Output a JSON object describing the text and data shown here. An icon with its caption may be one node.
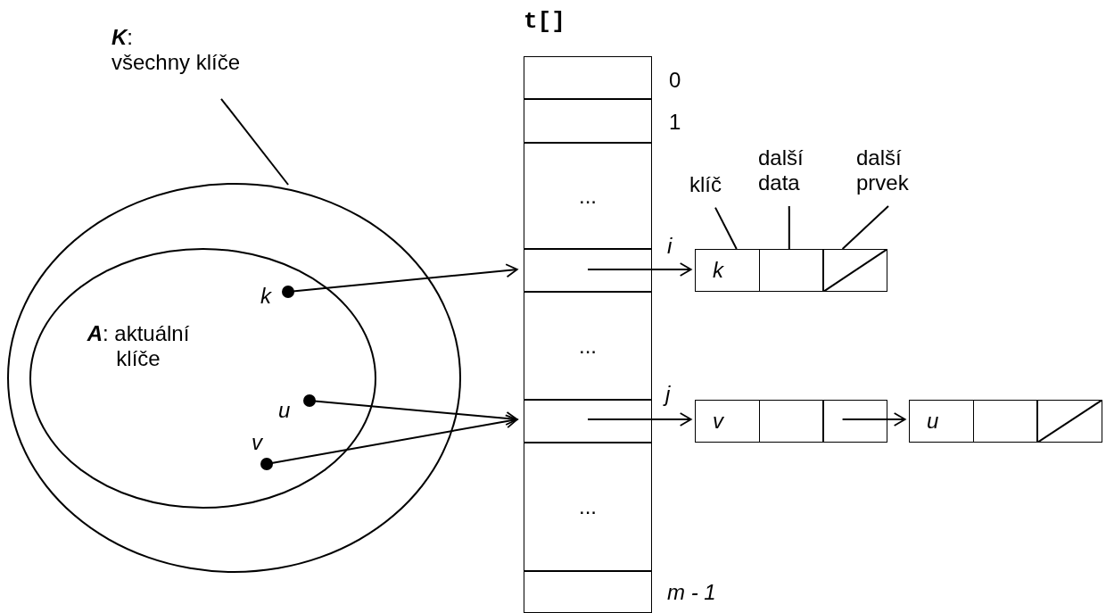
{
  "diagram": {
    "nodes": [
      {
        "text": [
          "**K**:",
          "všechny klíče"
        ]
      },
      {
        "text": [],
        "shape": "ellipse"
      },
      {
        "text": [
          "**A**: aktuální klíče"
        ],
        "in": 1
      },
      {
        "text": [
          "k"
        ],
        "in": 2
      },
      {
        "text": [
          "u"
        ],
        "in": 2
      },
      {
        "text": [
          "v"
        ],
        "in": 2
      },
      {
        "text": [
          "t[]"
        ]
      },
      {
        "text": [],
        "shape": "box",
        "in": 6,
        "beside": [
          "0"
        ]
      },
      {
        "text": [],
        "shape": "box",
        "in": 6,
        "beside": [
          "1"
        ]
      },
      {
        "text": [
          "..."
        ],
        "in": 6
      },
      {
        "text": [],
        "shape": "box",
        "in": 6,
        "beside": [
          "i"
        ]
      },
      {
        "text": [
          "..."
        ],
        "in": 6
      },
      {
        "text": [],
        "shape": "box",
        "in": 6,
        "beside": [
          "j"
        ]
      },
      {
        "text": [
          "..."
        ],
        "in": 6
      },
      {
        "text": [],
        "shape": "box",
        "in": 6,
        "beside": [
          "m - 1"
        ]
      },
      {
        "text": [
          "klíč"
        ]
      },
      {
        "text": [
          "další data"
        ]
      },
      {
        "text": [
          "další prvek"
        ]
      },
      {
        "text": [],
        "shape": "box"
      },
      {
        "text": [
          "k"
        ],
        "in": 18
      },
      {
        "text": [],
        "shape": "box",
        "in": 18
      },
      {
        "text": [],
        "shape": "box",
        "in": 18
      },
      {
        "text": [],
        "shape": "box"
      },
      {
        "text": [
          "v"
        ],
        "in": 22
      },
      {
        "text": [],
        "shape": "box",
        "in": 22
      },
      {
        "text": [],
        "shape": "box",
        "in": 22
      },
      {
        "text": [],
        "shape": "box"
      },
      {
        "text": [
          "u"
        ],
        "in": 26
      },
      {
        "text": [],
        "shape": "box",
        "in": 26
      },
      {
        "text": [],
        "shape": "box",
        "in": 26
      }
    ],
    "edges": [
      {
        "from": 0,
        "to": 1,
        "arrow": "none"
      },
      {
        "from": 3,
        "to": 10,
        "arrow": "to"
      },
      {
        "from": 4,
        "to": 12,
        "arrow": "to"
      },
      {
        "from": 5,
        "to": 12,
        "arrow": "to"
      },
      {
        "from": 10,
        "to": 18,
        "arrow": "to"
      },
      {
        "from": 12,
        "to": 22,
        "arrow": "to"
      },
      {
        "from": 25,
        "to": 26,
        "arrow": "to"
      },
      {
        "from": 15,
        "to": 19,
        "arrow": "none"
      },
      {
        "from": 16,
        "to": 20,
        "arrow": "none"
      },
      {
        "from": 17,
        "to": 21,
        "arrow": "none"
      }
    ]
  }
}
